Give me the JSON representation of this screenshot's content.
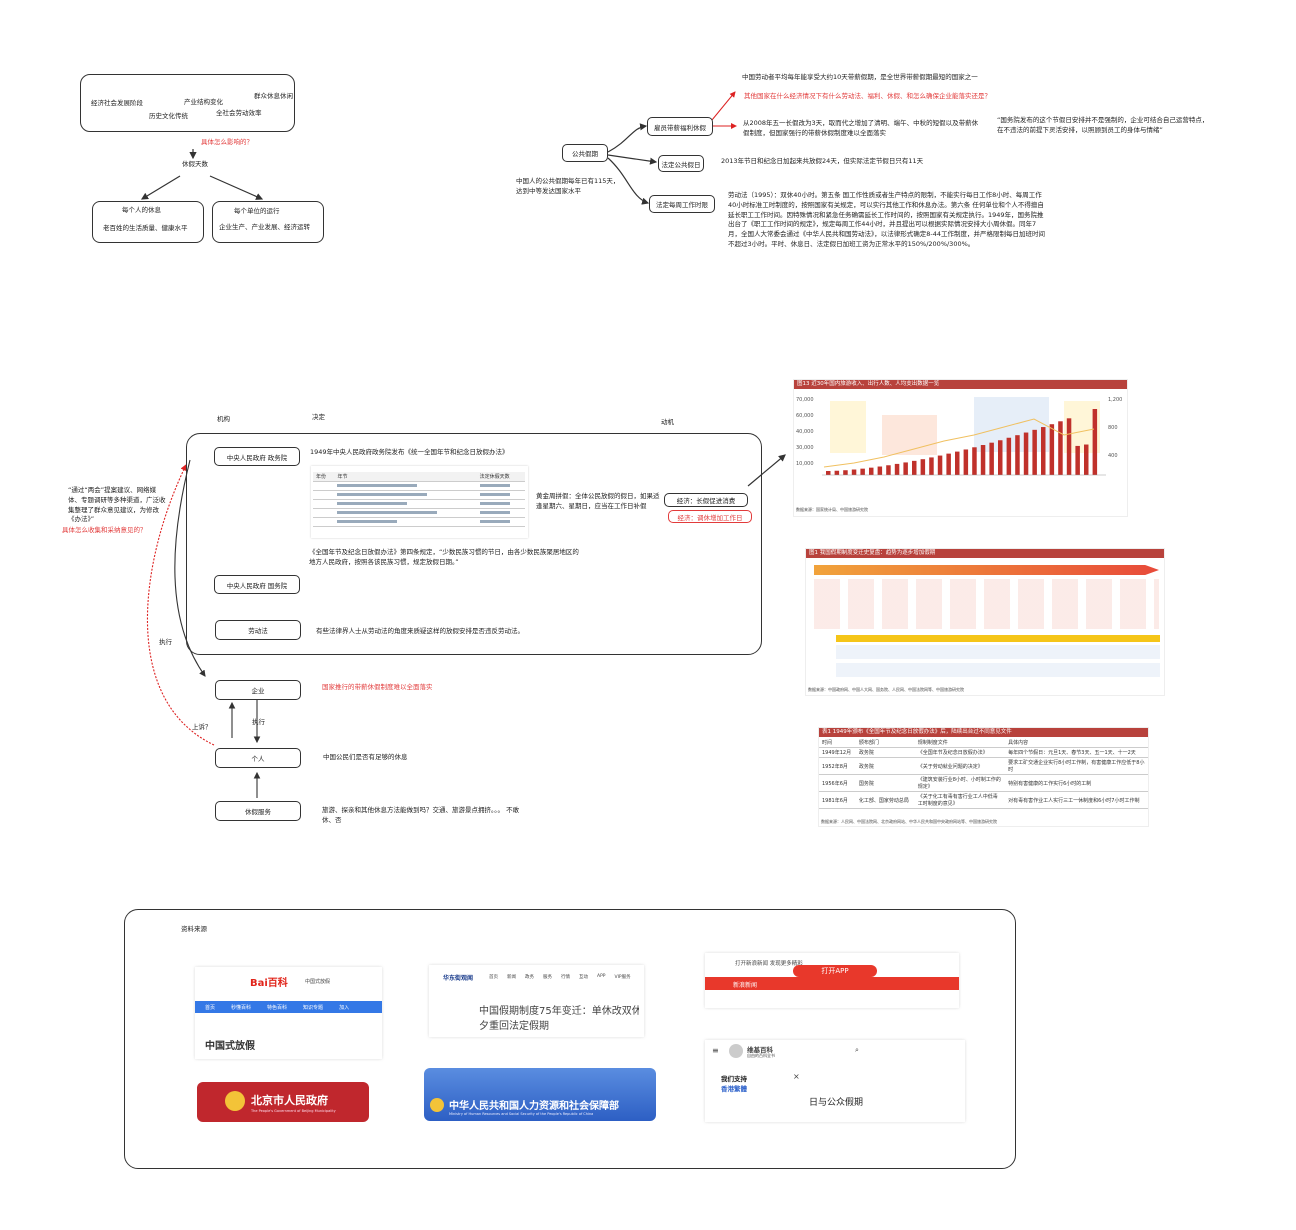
{
  "top_left": {
    "factors": [
      "经济社会发展阶段",
      "产业结构变化",
      "群众休息休闲",
      "历史文化传统",
      "全社会劳动效率"
    ],
    "question": "具体怎么影响的？",
    "holiday_days": "休假天数",
    "left_box": [
      "每个人的休息",
      "老百姓的生活质量、健康水平"
    ],
    "right_box": [
      "每个单位的运行",
      "企业生产、产业发展、经济运转"
    ]
  },
  "top_right": {
    "center": "公共假期",
    "center_note": "中国人的公共假期每年已有115天，达到中等发达国家水平",
    "branch1": "雇员带薪福利休假",
    "branch2": "法定公共假日",
    "branch3": "法定每周工作时限",
    "b1_line1": "中国劳动者平均每年能享受大约10天带薪假期，是全世界带薪假期最短的国家之一",
    "b1_line2": "其他国家在什么经济情况下有什么劳动法、福利、休假、和怎么确保企业能落实还是？",
    "b1_line3": "从2008年五一长假改为3天，取而代之增加了清明、端午、中秋的短假以及带薪休假制度，但国家强行的带薪休假制度难以全面落实",
    "b1_quote": "“国务院发布的这个节假日安排并不是强制的，企业可结合自己运营特点，在不违法的前提下灵活安排，以照顾到员工的身体与情绪”",
    "b2_text": "2013年节日和纪念日加起来共放假24天，但实际法定节假日只有11天",
    "b3_text": "劳动法（1995）：双休40小时。第五条 国工作性质或者生产特点的限制，不能实行每日工作8小时、每周工作40小时标准工时制度的，按照国家有关规定，可以实行其他工作和休息办法。第六条 任何单位和个人不得擅自延长职工工作时间。因特殊情况和紧急任务确需延长工作时间的，按照国家有关规定执行。1949年，国务院推出台了《职工工作时间的规定》，规定每周工作44小时，并且提出可以根据实际情况安排大小周休假。同年7月，全国人大常委会通过《中华人民共和国劳动法》，以法律形式确定8-44工作制度，并严格限制每日加班时间不超过3小时。平时、休息日、法定假日加班工资为正常水平的150%/200%/300%。"
  },
  "middle": {
    "col_headers": [
      "机构",
      "决定",
      "动机"
    ],
    "left_note": "“通过“两会”提案建议、网络媒体、专题调研等多种渠道，广泛收集整理了群众意见建议，为修改《办法》”",
    "left_question": "具体怎么收集和采纳意见的？",
    "node_gov1": "中央人民政府 政务院",
    "node_gov2": "中央人民政府 国务院",
    "node_labor": "劳动法",
    "node_enterprise": "企业",
    "node_person": "个人",
    "node_service": "休假服务",
    "gov1_text": "1949年中央人民政府政务院发布《统一全国年节和纪念日放假办法》",
    "gov1_side": "黄金周拼假：全体公民放假的假日，如果适逢星期六、星期日，应当在工作日补假",
    "econ1": "经济：长假促进消费",
    "econ2": "经济：调休增加工作日",
    "gov2_text": "《全国年节及纪念日放假办法》第四条规定，“少数民族习惯的节日，由各少数民族聚居地区的地方人民政府，按照各该民族习惯，规定放假日期。”",
    "labor_text": "有些法律界人士从劳动法的角度来质疑这样的放假安排是否违反劳动法。",
    "enterprise_text": "国家推行的带薪休假制度难以全面落实",
    "person_text": "中国公民们是否有足够的休息",
    "service_text": "旅游、探亲和其他休息方法能做到吗？交通、旅游景点拥挤。。。 不敢休、否",
    "exec1": "执行",
    "exec2": "执行",
    "report": "上诉？",
    "table_header": [
      "年份",
      "年节",
      "法定休假天数"
    ]
  },
  "charts": {
    "chart1_title": "图13 近30年国内旅游收入、出行人数、人均支出数据一览",
    "chart1_source": "数据来源：国家统计局、中国旅游研究院",
    "chart2_title": "图1 我国假期制度变迁史复盘：趋势为逐步增加假期",
    "chart2_source": "数据来源：中国政府网、中国人大网、国务院、人民网、中国法院网等、中国旅游研究院",
    "chart3_title": "表1 1949年颁布《全国年节及纪念日放假办法》后，陆续出台过不同意见文件",
    "chart3_source": "数据来源：人民网、中国法院网、北京政府网站、中华人民共和国中央政府网站等、中国旅游研究院",
    "chart3_headers": [
      "时间",
      "颁布部门",
      "规制制度文件",
      "具体内容"
    ],
    "chart3_rows": [
      [
        "1949年12月",
        "政务院",
        "《全国年节及纪念日放假办法》",
        "每年四个节假日：元旦1天、春节3天、五一1天、十一2天"
      ],
      [
        "1952年8月",
        "政务院",
        "《关于劳动就业问题的决定》",
        "要求工矿交通企业实行8小时工作制，有害健康工作应低于8小时"
      ],
      [
        "1956年6月",
        "国务院",
        "《建筑安装行业8小时、小时制工作的规定》",
        "特别有害健康的工作实行6小时的工制"
      ],
      [
        "1981年6月",
        "化工部、国家劳动总局",
        "《关于化工有毒有害行业工人中低毒工时制度的意见》",
        "对有毒有害作业工人实行三工一休制度和6小时7小时工作制"
      ]
    ]
  },
  "sources": {
    "label": "资料来源",
    "baidu_logo": "Bai百科",
    "baidu_sub": "中国式放假",
    "baidu_title": "中国式放假",
    "baidu_nav": [
      "首页",
      "秒懂百科",
      "特色百科",
      "知识专题",
      "加入"
    ],
    "bj_gov": "北京市人民政府",
    "bj_gov_en": "The People's Government of Beijing Municipality",
    "news_site": "华东街观闻",
    "news_nav": [
      "首页",
      "新闻",
      "政务",
      "服务",
      "行情",
      "互动",
      "APP",
      "VIP服务"
    ],
    "news_title": "中国假期制度75年变迁：单休改双休",
    "news_title2": "夕重回法定假期",
    "mohrss": "中华人民共和国人力资源和社会保障部",
    "mohrss_en": "Ministry of Human Resources and Social Security of the People's Republic of China",
    "sina_bar": "打开新浪新闻 发现更多精彩",
    "sina_app": "打开APP",
    "sina_brand": "新浪新闻",
    "wiki_brand": "维基百科",
    "wiki_sub": "自由的百科全书",
    "wiki_support": "我们支持",
    "wiki_hk": "香港繁體",
    "wiki_title": "日与公众假期"
  }
}
